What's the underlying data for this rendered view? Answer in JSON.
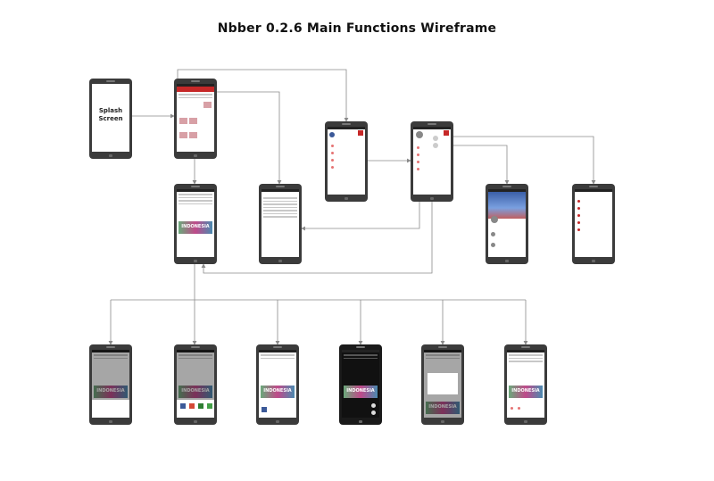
{
  "diagram": {
    "title": "Nbber 0.2.6 Main Functions Wireframe",
    "nodes": [
      {
        "id": "splash",
        "label": "Splash\nScreen"
      },
      {
        "id": "home-feed",
        "label": ""
      },
      {
        "id": "drawer",
        "label": ""
      },
      {
        "id": "drawer-expanded",
        "label": ""
      },
      {
        "id": "article-detail",
        "label": ""
      },
      {
        "id": "table-view",
        "label": ""
      },
      {
        "id": "profile",
        "label": ""
      },
      {
        "id": "notifications",
        "label": ""
      },
      {
        "id": "detail-options-1",
        "label": ""
      },
      {
        "id": "detail-share",
        "label": ""
      },
      {
        "id": "detail-comment",
        "label": ""
      },
      {
        "id": "detail-dark",
        "label": ""
      },
      {
        "id": "detail-dialog",
        "label": ""
      },
      {
        "id": "detail-toolbar",
        "label": ""
      }
    ],
    "edges": [
      {
        "from": "splash",
        "to": "home-feed"
      },
      {
        "from": "home-feed",
        "to": "drawer"
      },
      {
        "from": "home-feed",
        "to": "table-view"
      },
      {
        "from": "home-feed",
        "to": "article-detail"
      },
      {
        "from": "drawer",
        "to": "drawer-expanded"
      },
      {
        "from": "drawer-expanded",
        "to": "profile"
      },
      {
        "from": "drawer-expanded",
        "to": "notifications"
      },
      {
        "from": "drawer-expanded",
        "to": "table-view"
      },
      {
        "from": "drawer-expanded",
        "to": "article-detail"
      },
      {
        "from": "article-detail",
        "to": "detail-options-1"
      },
      {
        "from": "article-detail",
        "to": "detail-share"
      },
      {
        "from": "article-detail",
        "to": "detail-comment"
      },
      {
        "from": "article-detail",
        "to": "detail-dark"
      },
      {
        "from": "article-detail",
        "to": "detail-dialog"
      },
      {
        "from": "article-detail",
        "to": "detail-toolbar"
      }
    ],
    "banner_text": "INDONESIA",
    "colors": {
      "phone_body": "#3b3b3b",
      "app_bar": "#c62828",
      "connector": "#8a8a8a",
      "banner_start": "#6aa97a",
      "banner_mid": "#c04a8a",
      "banner_end": "#4a8ab0"
    }
  }
}
